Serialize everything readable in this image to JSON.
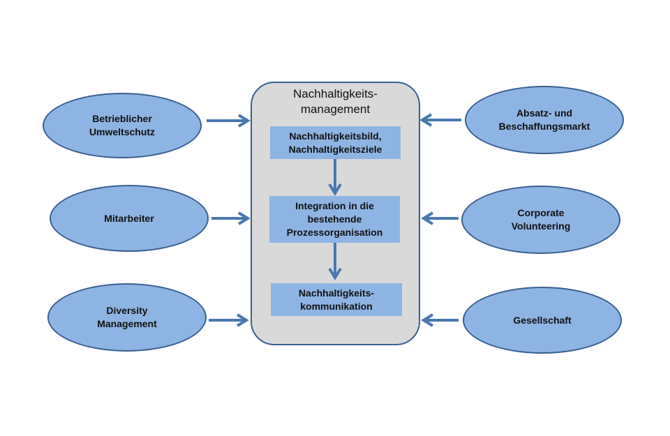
{
  "center": {
    "title": "Nachhaltigkeits-\nmanagement",
    "steps": [
      "Nachhaltigkeitsbild,\nNachhaltigkeitsziele",
      "Integration in die\nbestehende\nProzessorganisation",
      "Nachhaltigkeits-\nkommunikation"
    ]
  },
  "left_inputs": [
    "Betrieblicher\nUmweltschutz",
    "Mitarbeiter",
    "Diversity\nManagement"
  ],
  "right_inputs": [
    "Absatz- und\nBeschaffungsmarkt",
    "Corporate\nVolunteering",
    "Gesellschaft"
  ],
  "colors": {
    "node_fill": "#8eb4e3",
    "node_border": "#3a5f8f",
    "center_fill": "#d9d9d9",
    "arrow": "#4a78b0"
  }
}
